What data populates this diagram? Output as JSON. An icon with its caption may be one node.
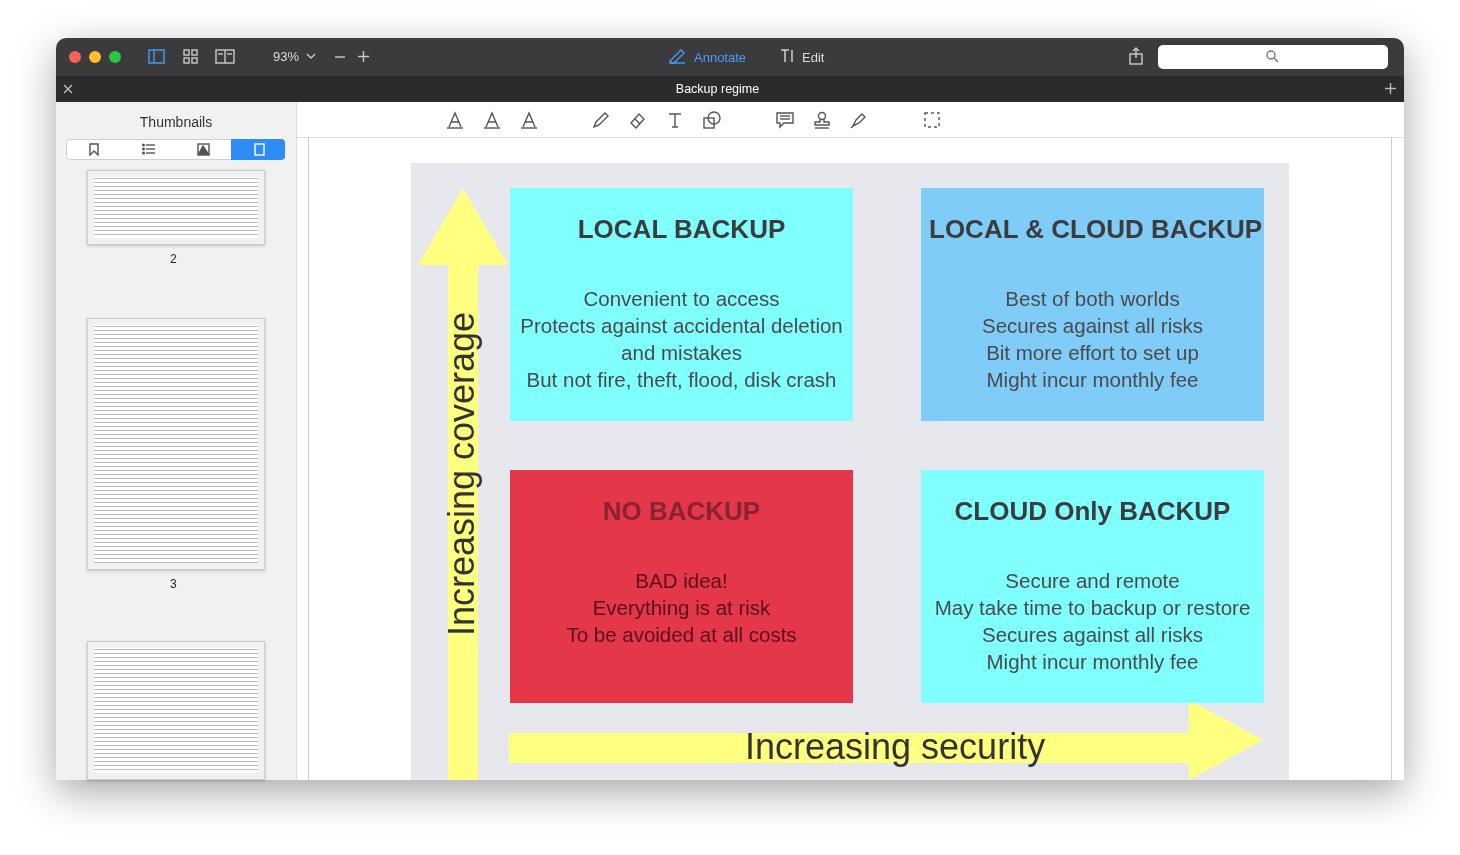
{
  "diagram": {
    "title": "Backup regime",
    "nodes": [
      {
        "text": [
          "LOCAL BACKUP",
          "Convenient to access",
          "Protects against accidental deletion and mistakes",
          "But not fire, theft, flood, disk crash"
        ]
      },
      {
        "text": [
          "LOCAL & CLOUD BACKUP",
          "Best of both worlds",
          "Secures against all risks",
          "Bit more effort to set up",
          "Might incur monthly fee"
        ]
      },
      {
        "text": [
          "NO BACKUP",
          "BAD idea!",
          "Everything is at risk",
          "To be avoided at all costs"
        ]
      },
      {
        "text": [
          "CLOUD Only BACKUP",
          "Secure and remote",
          "May take time to backup or restore",
          "Secures against all risks",
          "Might incur monthly fee"
        ]
      }
    ],
    "labels": [
      "93%",
      "Annotate",
      "Edit",
      "Thumbnails",
      "2",
      "3",
      "Increasing coverage",
      "Increasing security"
    ]
  }
}
